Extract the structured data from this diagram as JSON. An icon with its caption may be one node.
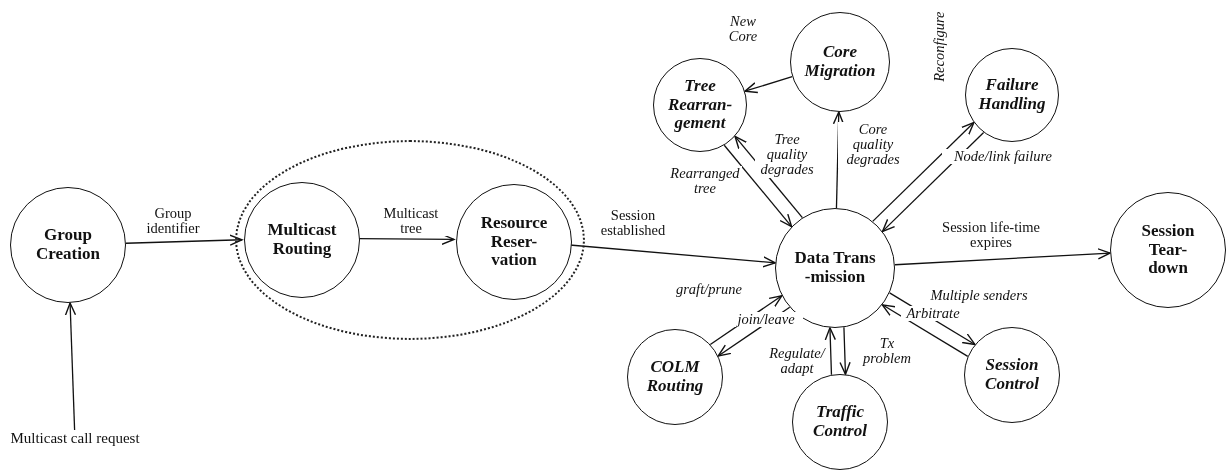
{
  "diagram": {
    "nodes": [
      {
        "text": [
          "Group Creation"
        ]
      },
      {
        "text": [],
        "shape": "ellipse"
      },
      {
        "text": [
          "Multicast Routing"
        ],
        "in": 1
      },
      {
        "text": [
          "Resource Reser- vation"
        ],
        "in": 1
      },
      {
        "text": [
          "Data Trans -mission"
        ]
      },
      {
        "text": [
          "Tree Rearran- gement"
        ]
      },
      {
        "text": [
          "Core Migration"
        ]
      },
      {
        "text": [
          "Failure Handling"
        ]
      },
      {
        "text": [
          "Session Tear- down"
        ]
      },
      {
        "text": [
          "COLM Routing"
        ]
      },
      {
        "text": [
          "Traffic Control"
        ]
      },
      {
        "text": [
          "Session Control"
        ]
      },
      {
        "text": [
          "Multicast call request"
        ]
      }
    ],
    "edges": [
      {
        "from": 12,
        "to": 0,
        "arrow": "to"
      },
      {
        "from": 0,
        "to": 2,
        "arrow": "to",
        "label": "Group identifier"
      },
      {
        "from": 2,
        "to": 3,
        "arrow": "to",
        "label": "Multicast tree"
      },
      {
        "from": 3,
        "to": 4,
        "arrow": "to",
        "label": "Session established"
      },
      {
        "from": 4,
        "to": 8,
        "arrow": "to",
        "label": "Session life-time expires"
      },
      {
        "from": 4,
        "to": 5,
        "arrow": "to",
        "label": "Tree quality degrades"
      },
      {
        "from": 5,
        "to": 4,
        "arrow": "to",
        "label": "Rearranged tree"
      },
      {
        "from": 4,
        "to": 6,
        "arrow": "to",
        "label": "Core quality degrades"
      },
      {
        "from": 6,
        "to": 5,
        "arrow": "to",
        "label": "New Core"
      },
      {
        "from": 7,
        "to": 4,
        "arrow": "to",
        "label": "Reconfigure"
      },
      {
        "from": 4,
        "to": 7,
        "arrow": "to",
        "label": "Node/link failure"
      },
      {
        "from": 9,
        "to": 4,
        "arrow": "to",
        "label": "graft/prune"
      },
      {
        "from": 4,
        "to": 9,
        "arrow": "to",
        "label": "join/leave"
      },
      {
        "from": 10,
        "to": 4,
        "arrow": "to",
        "label": "Regulate/ adapt"
      },
      {
        "from": 4,
        "to": 10,
        "arrow": "to",
        "label": "Tx problem"
      },
      {
        "from": 4,
        "to": 11,
        "arrow": "to",
        "label": "Multiple senders"
      },
      {
        "from": 11,
        "to": 4,
        "arrow": "to",
        "label": "Arbitrate"
      }
    ]
  }
}
